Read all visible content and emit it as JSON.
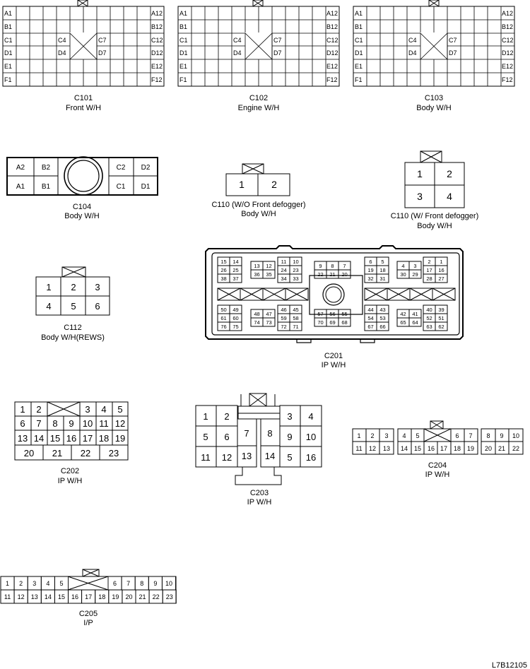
{
  "connectors": {
    "c101": {
      "id": "C101",
      "harness": "Front W/H",
      "pins": {
        "a1": "A1",
        "b1": "B1",
        "c1": "C1",
        "d1": "D1",
        "e1": "E1",
        "f1": "F1",
        "a12": "A12",
        "b12": "B12",
        "c12": "C12",
        "d12": "D12",
        "e12": "E12",
        "f12": "F12",
        "c4": "C4",
        "d4": "D4",
        "c7": "C7",
        "d7": "D7"
      }
    },
    "c102": {
      "id": "C102",
      "harness": "Engine W/H",
      "pins": {
        "a1": "A1",
        "b1": "B1",
        "c1": "C1",
        "d1": "D1",
        "e1": "E1",
        "f1": "F1",
        "a12": "A12",
        "b12": "B12",
        "c12": "C12",
        "d12": "D12",
        "e12": "E12",
        "f12": "F12",
        "c4": "C4",
        "d4": "D4",
        "c7": "C7",
        "d7": "D7"
      }
    },
    "c103": {
      "id": "C103",
      "harness": "Body W/H",
      "pins": {
        "a1": "A1",
        "b1": "B1",
        "c1": "C1",
        "d1": "D1",
        "e1": "E1",
        "f1": "F1",
        "a12": "A12",
        "b12": "B12",
        "c12": "C12",
        "d12": "D12",
        "e12": "E12",
        "f12": "F12",
        "c4": "C4",
        "d4": "D4",
        "c7": "C7",
        "d7": "D7"
      }
    },
    "c104": {
      "id": "C104",
      "harness": "Body W/H",
      "pins": {
        "a2": "A2",
        "b2": "B2",
        "a1": "A1",
        "b1": "B1",
        "c2": "C2",
        "d2": "D2",
        "c1": "C1",
        "d1": "D1"
      }
    },
    "c110a": {
      "label": "C110 (W/O Front defogger)",
      "harness": "Body W/H",
      "pins": [
        "1",
        "2"
      ]
    },
    "c110b": {
      "label": "C110 (W/ Front defogger)",
      "harness": "Body W/H",
      "pins": [
        "1",
        "2",
        "3",
        "4"
      ]
    },
    "c112": {
      "id": "C112",
      "harness": "Body W/H(REWS)",
      "pins": [
        "1",
        "2",
        "3",
        "4",
        "5",
        "6"
      ]
    },
    "c201": {
      "id": "C201",
      "harness": "IP W/H",
      "blocks_top": [
        {
          "rows": [
            [
              "15",
              "14"
            ],
            [
              "26",
              "25"
            ],
            [
              "38",
              "37"
            ]
          ]
        },
        {
          "rows": [
            [
              "13",
              "12"
            ],
            [
              "36",
              "35"
            ]
          ]
        },
        {
          "rows": [
            [
              "11",
              "10"
            ],
            [
              "24",
              "23"
            ],
            [
              "34",
              "33"
            ]
          ]
        },
        {
          "rows": [
            [
              "9",
              "8",
              "7"
            ],
            [
              "22",
              "21",
              "20"
            ]
          ]
        },
        {
          "rows": [
            [
              "6",
              "5"
            ],
            [
              "19",
              "18"
            ],
            [
              "32",
              "31"
            ]
          ]
        },
        {
          "rows": [
            [
              "4",
              "3"
            ],
            [
              "30",
              "29"
            ]
          ]
        },
        {
          "rows": [
            [
              "2",
              "1"
            ],
            [
              "17",
              "16"
            ],
            [
              "28",
              "27"
            ]
          ]
        }
      ],
      "blocks_bottom": [
        {
          "rows": [
            [
              "50",
              "49"
            ],
            [
              "61",
              "60"
            ],
            [
              "76",
              "75"
            ]
          ]
        },
        {
          "rows": [
            [
              "48",
              "47"
            ],
            [
              "74",
              "73"
            ]
          ]
        },
        {
          "rows": [
            [
              "46",
              "45"
            ],
            [
              "59",
              "58"
            ],
            [
              "72",
              "71"
            ]
          ]
        },
        {
          "rows": [
            [
              "57",
              "56",
              "55"
            ],
            [
              "70",
              "69",
              "68"
            ]
          ]
        },
        {
          "rows": [
            [
              "44",
              "43"
            ],
            [
              "54",
              "53"
            ],
            [
              "67",
              "66"
            ]
          ]
        },
        {
          "rows": [
            [
              "42",
              "41"
            ],
            [
              "65",
              "64"
            ]
          ]
        },
        {
          "rows": [
            [
              "40",
              "39"
            ],
            [
              "52",
              "51"
            ],
            [
              "63",
              "62"
            ]
          ]
        }
      ]
    },
    "c202": {
      "id": "C202",
      "harness": "IP W/H",
      "row1": [
        "1",
        "2",
        "3",
        "4",
        "5"
      ],
      "row2": [
        "6",
        "7",
        "8",
        "9",
        "10",
        "11",
        "12"
      ],
      "row3": [
        "13",
        "14",
        "15",
        "16",
        "17",
        "18",
        "19"
      ],
      "row4": [
        "20",
        "21",
        "22",
        "23"
      ]
    },
    "c203": {
      "id": "C203",
      "harness": "IP W/H",
      "left": [
        [
          "1",
          "2"
        ],
        [
          "5",
          "6"
        ],
        [
          "11",
          "12"
        ]
      ],
      "center_left": [
        "7",
        "13"
      ],
      "center_right": [
        "8",
        "14"
      ],
      "right": [
        [
          "3",
          "4"
        ],
        [
          "9",
          "10"
        ],
        [
          "5",
          "16"
        ]
      ]
    },
    "c204": {
      "id": "C204",
      "harness": "IP W/H",
      "left_top": [
        "1",
        "2",
        "3"
      ],
      "left_bottom": [
        "11",
        "12",
        "13"
      ],
      "mid_top_left": [
        "4",
        "5"
      ],
      "mid_top_right": [
        "6",
        "7"
      ],
      "mid_bottom": [
        "14",
        "15",
        "16",
        "17",
        "18",
        "19"
      ],
      "right_top": [
        "8",
        "9",
        "10"
      ],
      "right_bottom": [
        "20",
        "21",
        "22"
      ]
    },
    "c205": {
      "id": "C205",
      "harness": "I/P",
      "top_left": [
        "1",
        "2",
        "3",
        "4",
        "5"
      ],
      "top_right": [
        "6",
        "7",
        "8",
        "9",
        "10"
      ],
      "bottom": [
        "11",
        "12",
        "13",
        "14",
        "15",
        "16",
        "17",
        "18",
        "19",
        "20",
        "21",
        "22",
        "23"
      ]
    }
  },
  "figure_code": "L7B12105",
  "colors": {
    "line": "#000000",
    "background": "#ffffff"
  }
}
